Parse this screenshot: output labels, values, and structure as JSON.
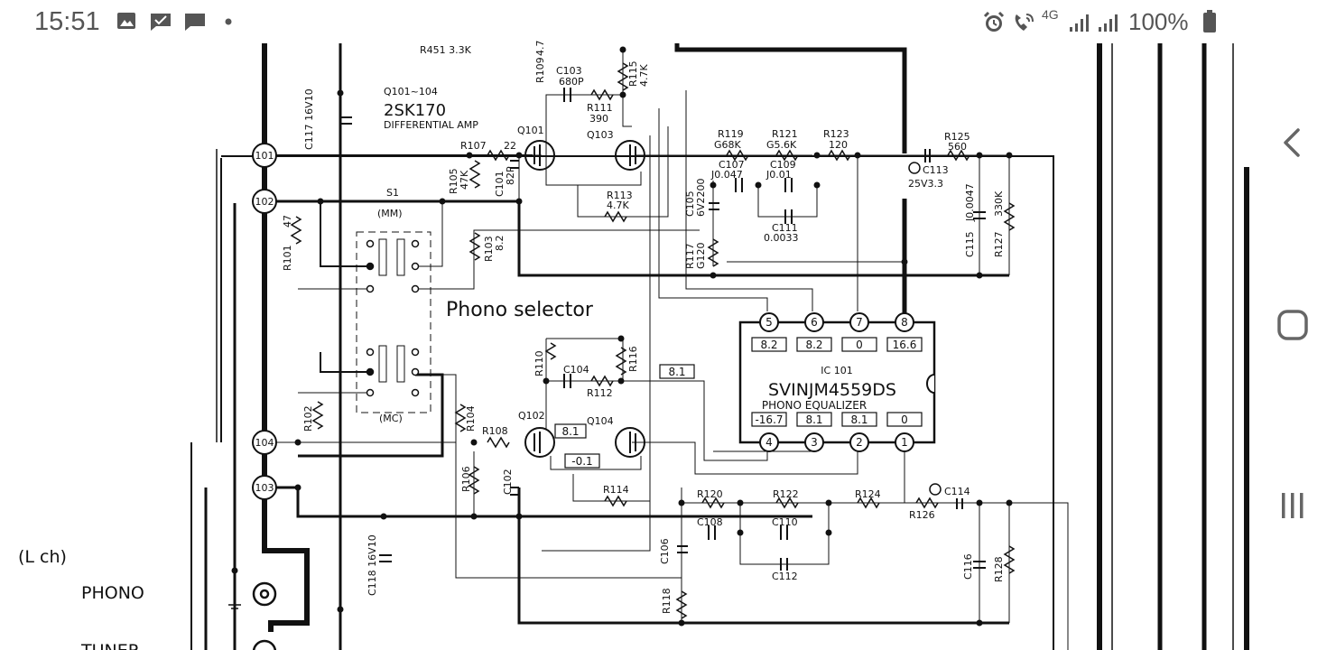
{
  "status_bar": {
    "time": "15:51",
    "battery": "100%",
    "network": "4G",
    "left_icons": [
      "image-icon",
      "chat-check-icon",
      "chat-icon",
      "dot-icon"
    ],
    "right_icons": [
      "alarm-icon",
      "wifi-call-icon",
      "signal-icon",
      "signal-icon",
      "battery-icon"
    ]
  },
  "nav": {
    "back": "back-icon",
    "home": "home-icon",
    "recents": "recents-icon"
  },
  "schematic": {
    "header": {
      "r451": "R451  3.3K",
      "q_range": "Q101~104",
      "q_part": "2SK170",
      "amp": "DIFFERENTIAL AMP"
    },
    "channel": "(L ch)",
    "inputs": [
      "PHONO",
      "TUNER"
    ],
    "selector_label": "Phono selector",
    "switch": {
      "s1": "S1",
      "mm": "(MM)",
      "mc": "(MC)"
    },
    "ic": {
      "ref": "IC 101",
      "part": "SVINJM4559DS",
      "function": "PHONO EQUALIZER",
      "pins_top": [
        "5",
        "6",
        "7",
        "8"
      ],
      "pins_bottom": [
        "4",
        "3",
        "2",
        "1"
      ],
      "volts_top": [
        "8.2",
        "8.2",
        "0",
        "16.6"
      ],
      "volts_bottom": [
        "-16.7",
        "8.1",
        "8.1",
        "0"
      ]
    },
    "connectors": [
      "101",
      "102",
      "104",
      "103"
    ],
    "voltages": {
      "v1": "8.1",
      "v2": "8.1",
      "v3": "-0.1"
    },
    "components": {
      "c117": "C117 16V10",
      "c118": "C118 16V10",
      "r101": "R101",
      "r101v": "47",
      "r102": "R102",
      "r103": "R103",
      "r103v": "8.2",
      "r104": "R104",
      "r105": "R105",
      "r105v": "47K",
      "r106": "R106",
      "r107": "R107",
      "r107v": "22",
      "r108": "R108",
      "r109": "R109",
      "r109v": "4.7",
      "r110": "R110",
      "r111": "R111",
      "r111v": "390",
      "r112": "R112",
      "r113": "R113",
      "r113v": "4.7K",
      "r114": "R114",
      "r115": "R115",
      "r115v": "4.7K",
      "r116": "R116",
      "r117": "R117",
      "r117v": "G120",
      "r118": "R118",
      "r119": "R119",
      "r119v": "G68K",
      "r120": "R120",
      "r121": "R121",
      "r121v": "G5.6K",
      "r122": "R122",
      "r123": "R123",
      "r123v": "120",
      "r124": "R124",
      "r125": "R125",
      "r125v": "560",
      "r126": "R126",
      "r127": "R127",
      "r127v": "330K",
      "r128": "R128",
      "c101": "C101",
      "c101v": "82P",
      "c102": "C102",
      "c103": "C103",
      "c103v": "680P",
      "c104": "C104",
      "c105": "C105",
      "c105v": "6V2200",
      "c106": "C106",
      "c107": "C107",
      "c107v": "J0.047",
      "c108": "C108",
      "c109": "C109",
      "c109v": "J0.01",
      "c110": "C110",
      "c111": "C111",
      "c111v": "0.0033",
      "c112": "C112",
      "c113": "C113",
      "c113v": "25V3.3",
      "c114": "C114",
      "c115": "C115",
      "c115v": "J0.0047",
      "c116": "C116",
      "q101": "Q101",
      "q102": "Q102",
      "q103": "Q103",
      "q104": "Q104"
    }
  }
}
